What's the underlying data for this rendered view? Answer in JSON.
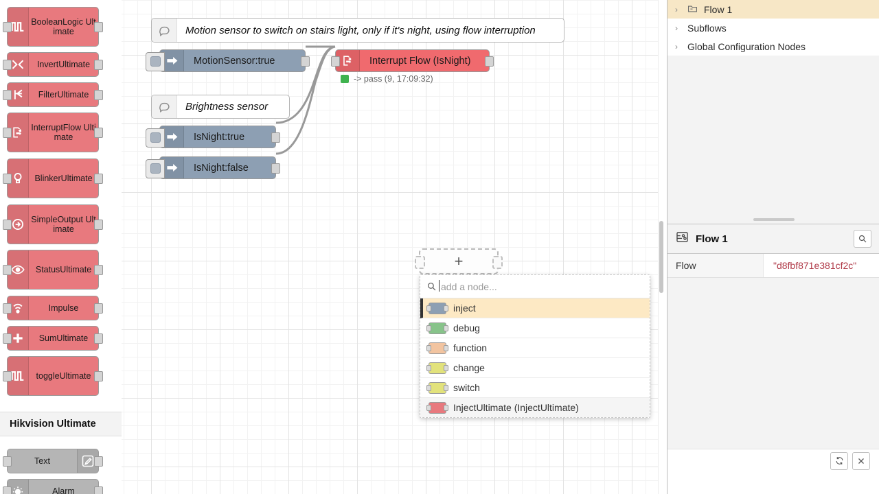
{
  "palette": {
    "nodes": [
      {
        "label": "BooleanLogic Ultimate",
        "icon": "square-wave-icon",
        "color": "#e8797e",
        "tall": true,
        "glyph": "⊓⊔"
      },
      {
        "label": "InvertUltimate",
        "icon": "shuffle-icon",
        "color": "#e8797e",
        "tall": false,
        "glyph": "⤨"
      },
      {
        "label": "FilterUltimate",
        "icon": "filter-branch-icon",
        "color": "#e8797e",
        "tall": false,
        "glyph": "≺"
      },
      {
        "label": "InterruptFlow Ultimate",
        "icon": "interrupt-flow-icon",
        "color": "#e8797e",
        "tall": true,
        "glyph": "⇥"
      },
      {
        "label": "BlinkerUltimate",
        "icon": "lightbulb-icon",
        "color": "#e8797e",
        "tall": true,
        "glyph": "○"
      },
      {
        "label": "SimpleOutput Ultimate",
        "icon": "arrow-circle-icon",
        "color": "#e8797e",
        "tall": true,
        "glyph": "⊕"
      },
      {
        "label": "StatusUltimate",
        "icon": "eye-icon",
        "color": "#e8797e",
        "tall": true,
        "glyph": "◉"
      },
      {
        "label": "Impulse",
        "icon": "signal-icon",
        "color": "#e8797e",
        "tall": false,
        "glyph": "◗"
      },
      {
        "label": "SumUltimate",
        "icon": "plus-icon",
        "color": "#e8797e",
        "tall": false,
        "glyph": "＋"
      },
      {
        "label": "toggleUltimate",
        "icon": "square-wave-icon",
        "color": "#e8797e",
        "tall": true,
        "glyph": "⊓⊔"
      }
    ],
    "category": "Hikvision Ultimate",
    "category_nodes": [
      {
        "label": "Text",
        "icon": "pencil-square-icon",
        "color": "#b5b5b5",
        "glyph": "✎",
        "icon_side": "right"
      },
      {
        "label": "Alarm",
        "icon": "alert-sun-icon",
        "color": "#b5b5b5",
        "glyph": "☀",
        "icon_side": "left"
      }
    ]
  },
  "canvas": {
    "comments": [
      {
        "text": "Motion sensor to switch on stairs light, only if it's night, using flow interruption",
        "icon": "comment-icon"
      },
      {
        "text": "Brightness sensor",
        "icon": "comment-icon"
      }
    ],
    "nodes": [
      {
        "label": "MotionSensor:true",
        "type": "inject",
        "icon": "inject-arrow-icon",
        "color": "#8d9fb3"
      },
      {
        "label": "Interrupt Flow (IsNight)",
        "type": "interrupt",
        "icon": "interrupt-flow-icon",
        "color": "#f06a6e"
      },
      {
        "label": "IsNight:true",
        "type": "inject",
        "icon": "inject-arrow-icon",
        "color": "#8d9fb3"
      },
      {
        "label": "IsNight:false",
        "type": "inject",
        "icon": "inject-arrow-icon",
        "color": "#8d9fb3"
      }
    ],
    "status": {
      "text": "-> pass (9, 17:09:32)",
      "color": "#3fb34f"
    },
    "ghost_add": {
      "glyph": "+"
    }
  },
  "type_search": {
    "placeholder": "add a node...",
    "search_icon": "search-icon",
    "results": [
      {
        "label": "inject",
        "color": "#8d9fb3",
        "selected": true
      },
      {
        "label": "debug",
        "color": "#87c38a",
        "selected": false
      },
      {
        "label": "function",
        "color": "#f2c4a0",
        "selected": false
      },
      {
        "label": "change",
        "color": "#e2e27c",
        "selected": false
      },
      {
        "label": "switch",
        "color": "#e2e27c",
        "selected": false
      },
      {
        "label": "InjectUltimate (InjectUltimate)",
        "color": "#e8797e",
        "selected": false
      }
    ]
  },
  "sidebar": {
    "tree": [
      {
        "label": "Flow 1",
        "icon": "folder-flow-icon",
        "active": true,
        "twisty": "›"
      },
      {
        "label": "Subflows",
        "icon": "",
        "active": false,
        "twisty": "›"
      },
      {
        "label": "Global Configuration Nodes",
        "icon": "",
        "active": false,
        "twisty": "›"
      }
    ],
    "context_header": {
      "title": "Flow 1",
      "icon": "flow-icon",
      "search_icon": "search-icon"
    },
    "context_rows": [
      {
        "key": "Flow",
        "value": "\"d8fbf871e381cf2c\""
      }
    ],
    "footer_buttons": [
      {
        "icon": "refresh-icon",
        "glyph": "↻"
      },
      {
        "icon": "close-icon",
        "glyph": "✕"
      }
    ]
  }
}
